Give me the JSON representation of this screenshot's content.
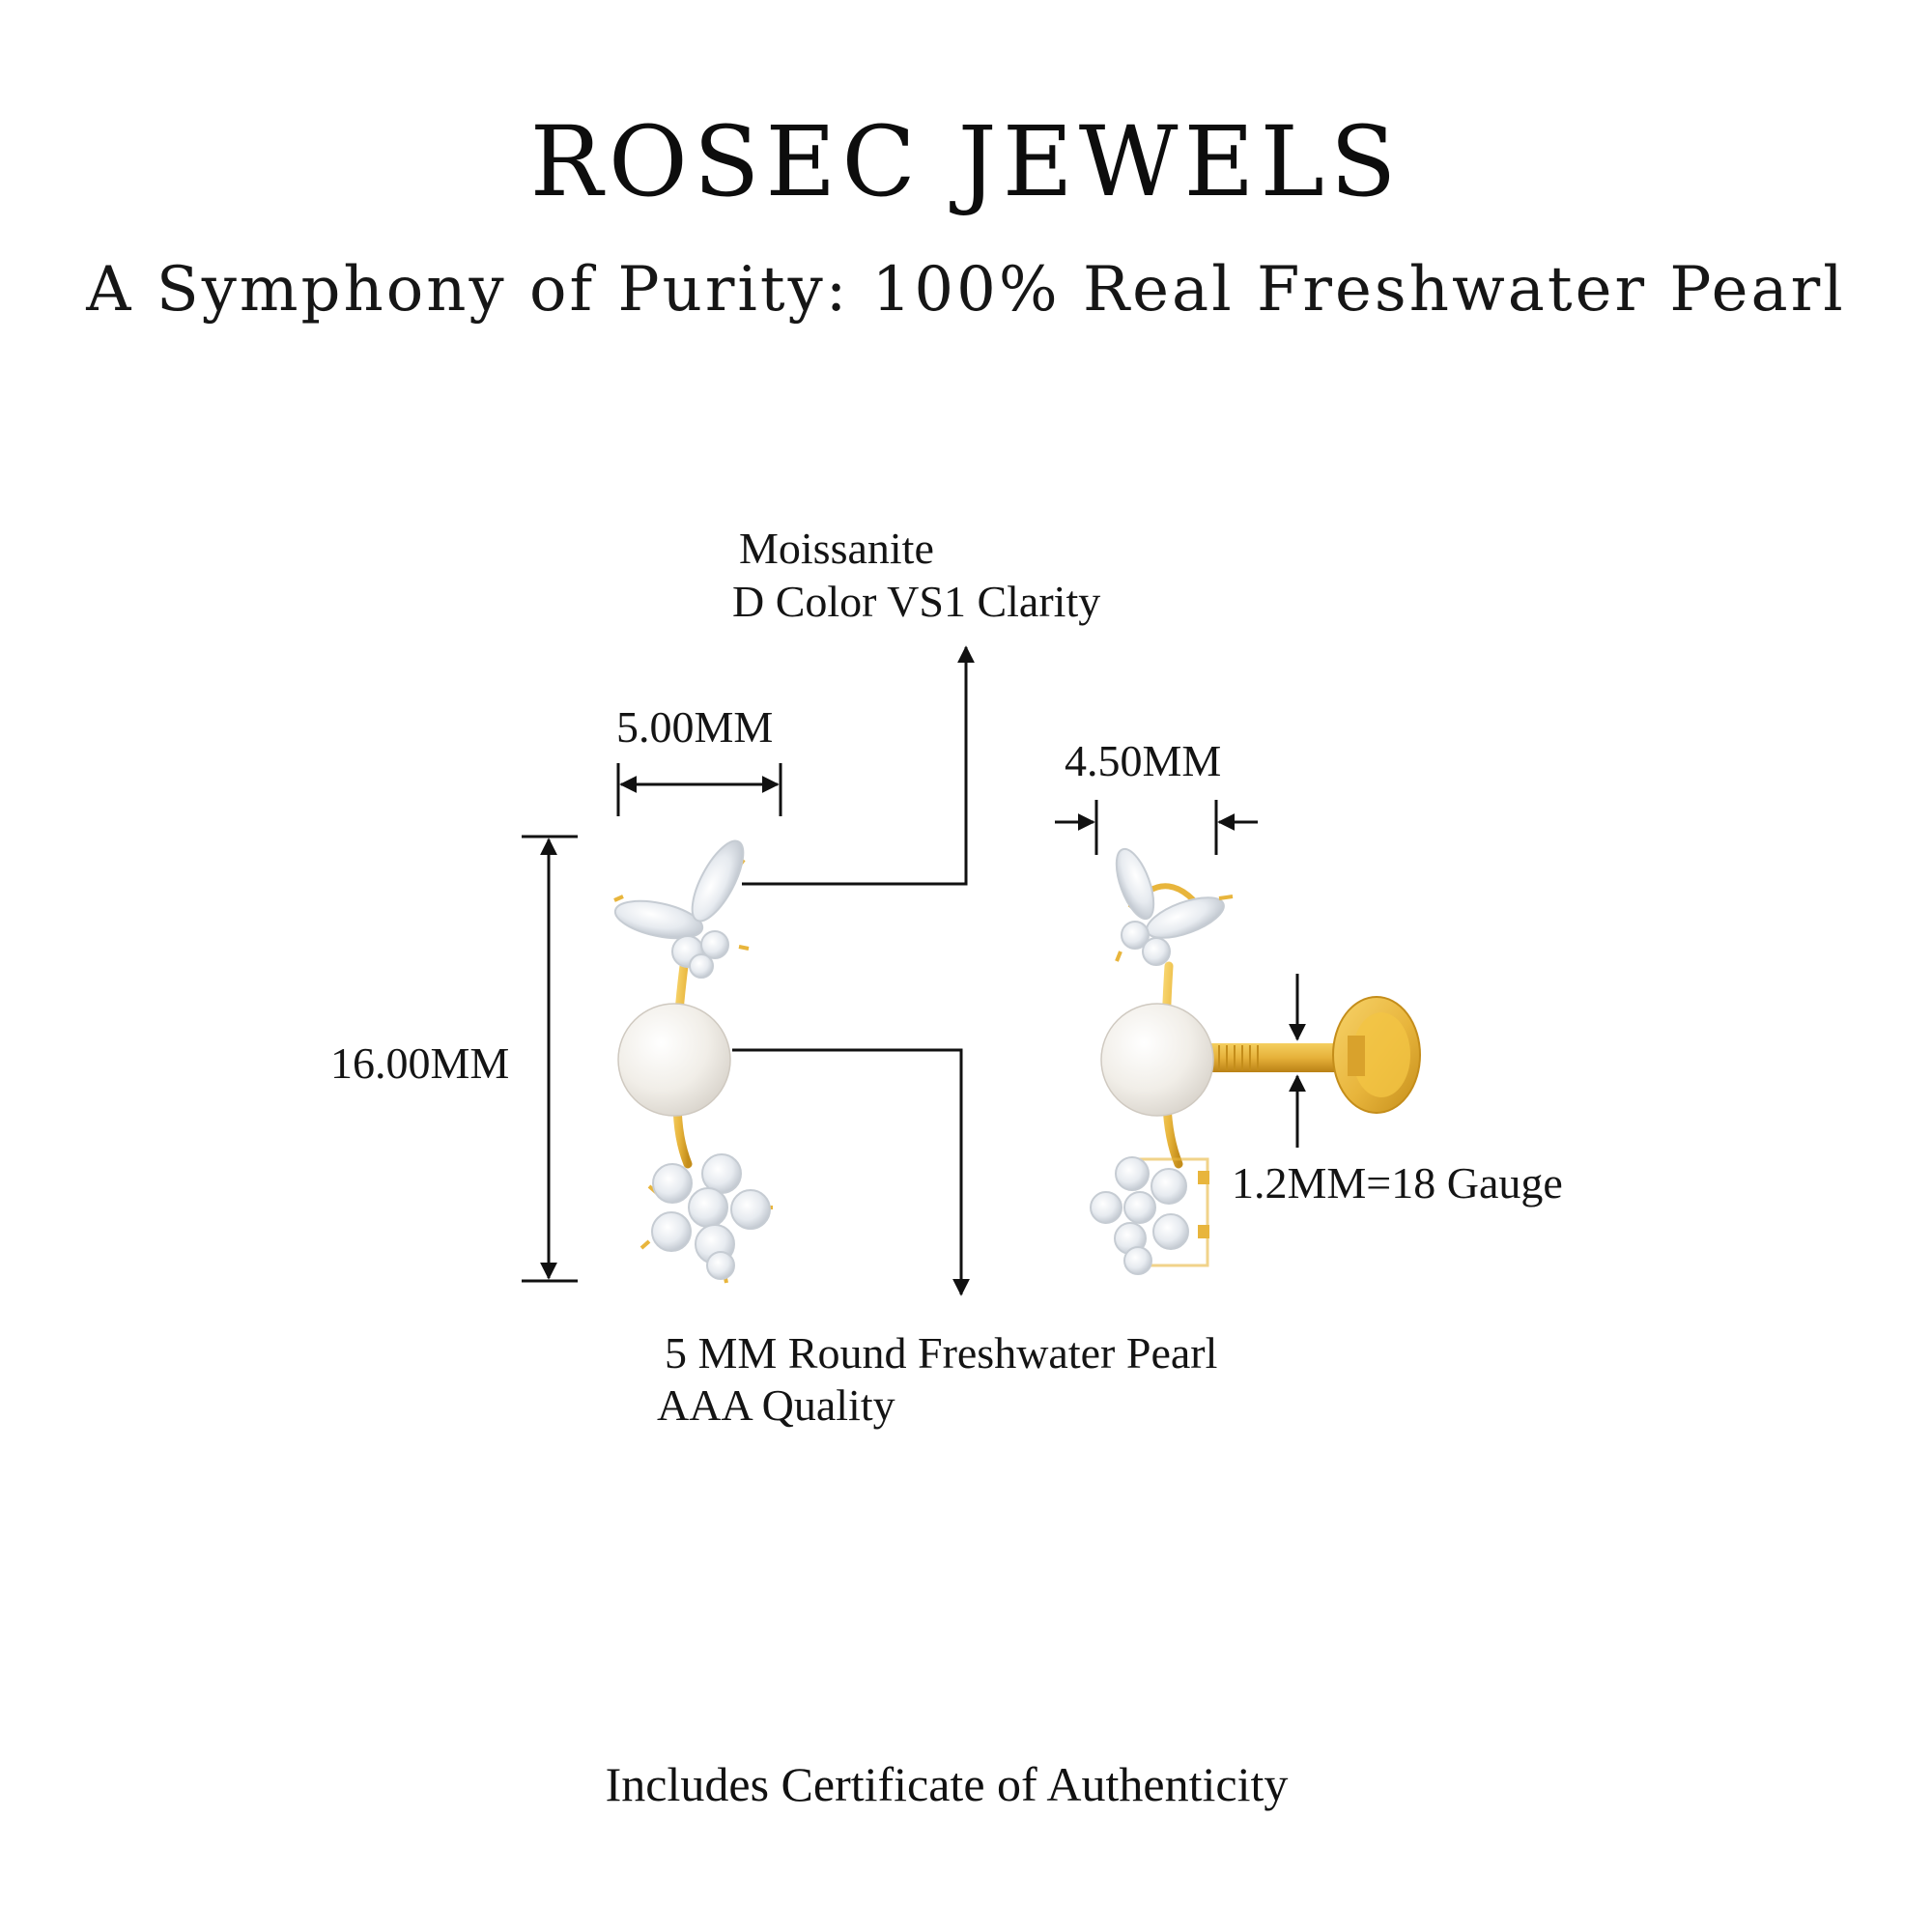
{
  "header": {
    "brand": "ROSEC JEWELS",
    "tagline": "A Symphony of Purity: 100% Real Freshwater Pearl"
  },
  "annotations": {
    "moissanite_line1": "Moissanite",
    "moissanite_line2": "D Color VS1 Clarity",
    "front_width": "5.00MM",
    "side_width": "4.50MM",
    "height": "16.00MM",
    "gauge": "1.2MM=18 Gauge",
    "pearl_line1": "5 MM Round Freshwater Pearl",
    "pearl_line2": "AAA Quality"
  },
  "footer": {
    "certificate": "Includes Certificate of Authenticity"
  },
  "colors": {
    "gold": "#e8b53c",
    "gold_dark": "#c9921c",
    "pearl": "#f4f1ec",
    "diamond": "#eef1f5",
    "line": "#111111"
  }
}
